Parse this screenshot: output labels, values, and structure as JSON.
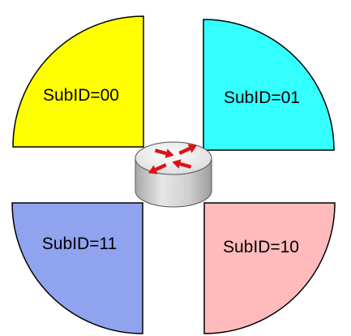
{
  "subnets": [
    {
      "label": "SubID=00",
      "color": "#ffff00"
    },
    {
      "label": "SubID=01",
      "color": "#33ffff"
    },
    {
      "label": "SubID=11",
      "color": "#8fa3ee"
    },
    {
      "label": "SubID=10",
      "color": "#ffbbbb"
    }
  ],
  "router": {
    "icon": "router-icon",
    "body_color": "#d4d4d4",
    "arrow_color": "#dd1111"
  }
}
